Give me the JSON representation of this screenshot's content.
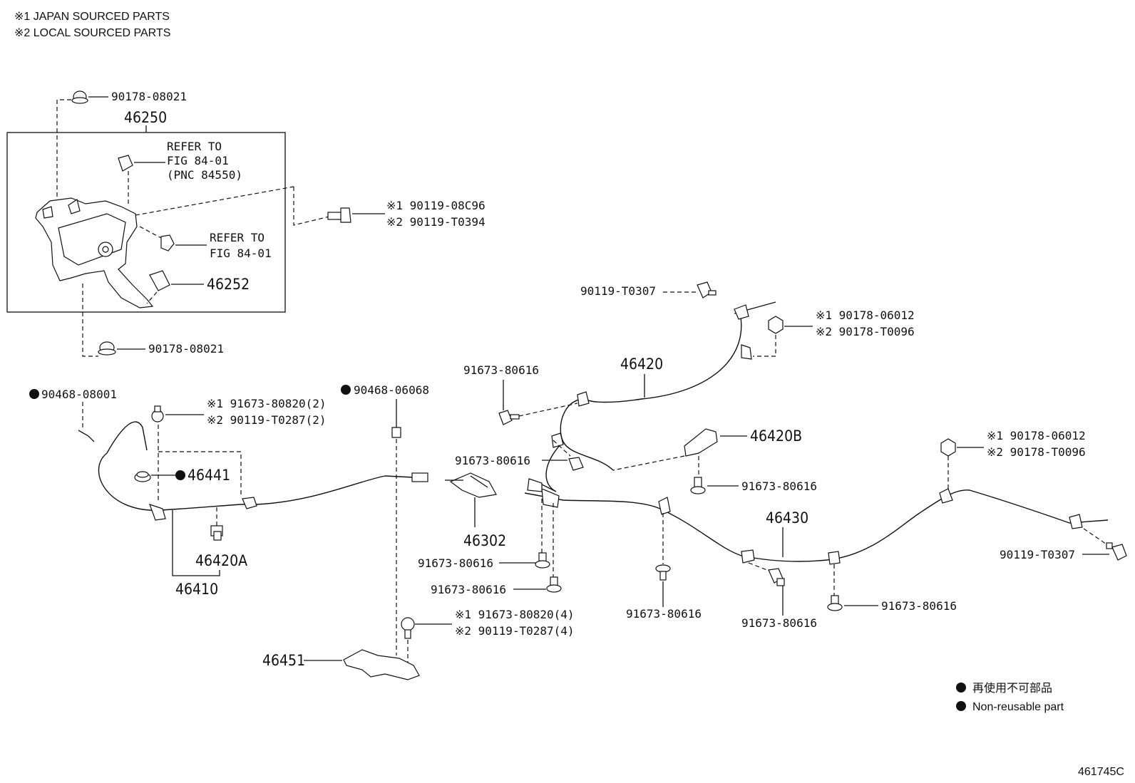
{
  "notes": {
    "note1": "※1 JAPAN SOURCED PARTS",
    "note2": "※2 LOCAL SOURCED PARTS"
  },
  "labels": {
    "p90178_08021_top": "90178-08021",
    "p46250": "46250",
    "refer1_l1": "REFER TO",
    "refer1_l2": "FIG 84-01",
    "refer1_l3": "(PNC 84550)",
    "bolt_j1": "※1 90119-08C96",
    "bolt_j2": "※2 90119-T0394",
    "refer2_l1": "REFER TO",
    "refer2_l2": "FIG 84-01",
    "p46252": "46252",
    "p90178_08021_bot": "90178-08021",
    "p90119_T0307_a": "90119-T0307",
    "nut_a1": "※1 90178-06012",
    "nut_a2": "※2 90178-T0096",
    "p46420": "46420",
    "p91673_80616_a": "91673-80616",
    "p90468_08001": "90468-08001",
    "p90468_06068": "90468-06068",
    "bolt_b1": "※1 91673-80820(2)",
    "bolt_b2": "※2 90119-T0287(2)",
    "p46420B": "46420B",
    "p91673_80616_b": "91673-80616",
    "nut_b1": "※1 90178-06012",
    "nut_b2": "※2 90178-T0096",
    "p91673_80616_c": "91673-80616",
    "p46441": "46441",
    "p46430": "46430",
    "p46302": "46302",
    "p46420A": "46420A",
    "p91673_80616_d": "91673-80616",
    "p90119_T0307_b": "90119-T0307",
    "p46410": "46410",
    "p91673_80616_e": "91673-80616",
    "p91673_80616_f": "91673-80616",
    "p91673_80616_g": "91673-80616",
    "p91673_80616_h": "91673-80616",
    "bolt_c1": "※1 91673-80820(4)",
    "bolt_c2": "※2 90119-T0287(4)",
    "p46451": "46451"
  },
  "legend": {
    "line1": "再使用不可部品",
    "line2": "Non-reusable part"
  },
  "figure_id": "461745C"
}
